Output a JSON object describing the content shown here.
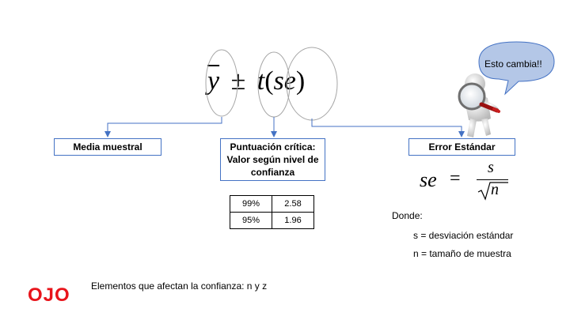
{
  "formula": {
    "ybar": "y",
    "pm": "±",
    "t": "t",
    "open": "(",
    "se": "se",
    "close": ")"
  },
  "boxes": {
    "media": "Media muestral",
    "puntuacion_line1": "Puntuación crítica:",
    "puntuacion_line2": "Valor según nivel de",
    "puntuacion_line3": "confianza",
    "error": "Error Estándar"
  },
  "table": {
    "rows": [
      [
        "99%",
        "2.58"
      ],
      [
        "95%",
        "1.96"
      ]
    ]
  },
  "se_formula": {
    "lhs": "se",
    "eq": "=",
    "num": "s",
    "den": "n"
  },
  "donde": {
    "label": "Donde:",
    "s_def": "s = desviación estándar",
    "n_def": "n = tamaño de muestra"
  },
  "bubble": {
    "text": "Esto cambia!!"
  },
  "footer": {
    "ojo": "OJO",
    "text": "Elementos que afectan la confianza: n y z"
  },
  "colors": {
    "arrow": "#4472c4",
    "ellipse": "#a6a6a6",
    "bubble_fill": "#b4c7e7",
    "ojo": "#e8141b"
  }
}
